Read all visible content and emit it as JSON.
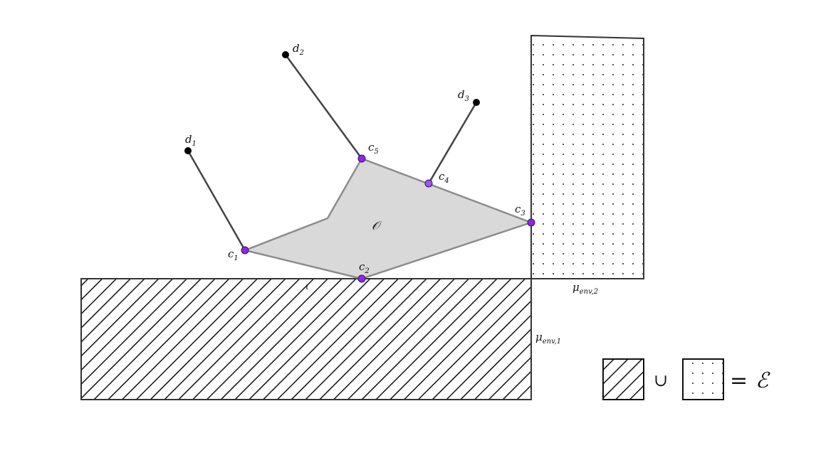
{
  "diagram": {
    "object_label": "𝒪",
    "small_label": "ι",
    "points": [
      {
        "id": "c1",
        "base": "c",
        "sub": "1",
        "kind": "contact"
      },
      {
        "id": "c2",
        "base": "c",
        "sub": "2",
        "kind": "contact"
      },
      {
        "id": "c3",
        "base": "c",
        "sub": "3",
        "kind": "contact"
      },
      {
        "id": "c4",
        "base": "c",
        "sub": "4",
        "kind": "contact"
      },
      {
        "id": "c5",
        "base": "c",
        "sub": "5",
        "kind": "contact"
      },
      {
        "id": "d1",
        "base": "d",
        "sub": "1",
        "kind": "endpoint"
      },
      {
        "id": "d2",
        "base": "d",
        "sub": "2",
        "kind": "endpoint"
      },
      {
        "id": "d3",
        "base": "d",
        "sub": "3",
        "kind": "endpoint"
      }
    ],
    "regions": {
      "env1": {
        "base": "μ",
        "sub": "env,1"
      },
      "env2": {
        "base": "μ",
        "sub": "env,2"
      }
    },
    "legend": {
      "union": "∪",
      "equals": "=",
      "result": "ℰ"
    },
    "colors": {
      "contact_point": "#8a2be2",
      "endpoint": "#000000",
      "object_fill": "#d9d9d9",
      "object_stroke": "#8c8c8c",
      "line": "#444444"
    }
  }
}
